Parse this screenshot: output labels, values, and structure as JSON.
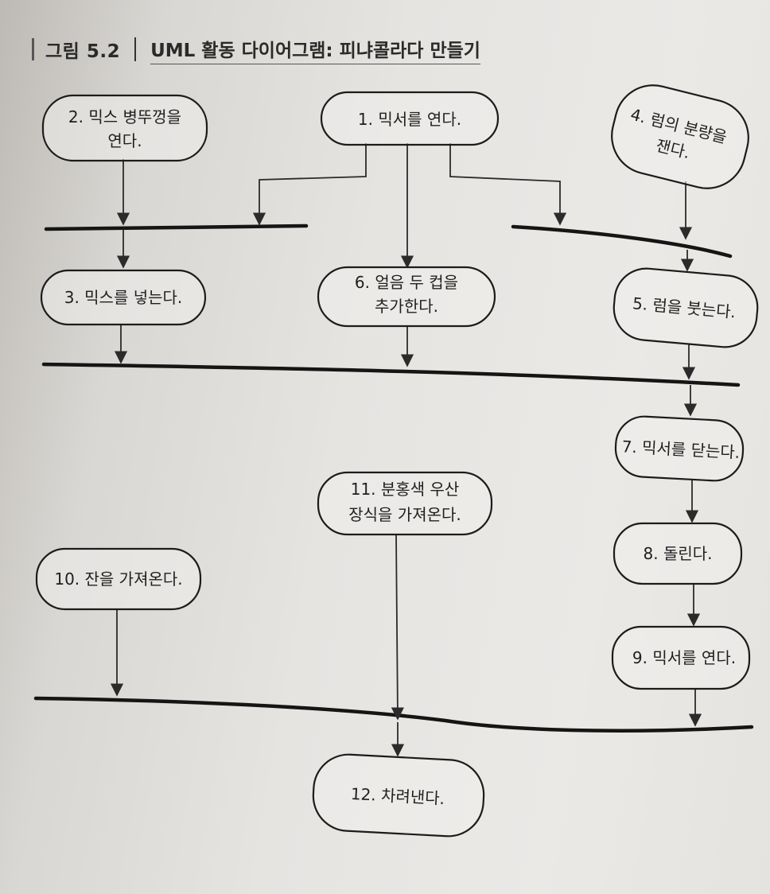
{
  "header": {
    "figure_number": "그림 5.2",
    "title": "UML 활동 다이어그램: 피냐콜라다 만들기"
  },
  "diagram": {
    "nodes": [
      {
        "id": "n1",
        "lines": [
          "1. 믹서를 연다."
        ]
      },
      {
        "id": "n2",
        "lines": [
          "2. 믹스 병뚜껑을",
          "연다."
        ]
      },
      {
        "id": "n3",
        "lines": [
          "3. 믹스를 넣는다."
        ]
      },
      {
        "id": "n4",
        "lines": [
          "4. 럼의 분량을",
          "잰다."
        ]
      },
      {
        "id": "n5",
        "lines": [
          "5. 럼을 붓는다."
        ]
      },
      {
        "id": "n6",
        "lines": [
          "6. 얼음 두 컵을",
          "추가한다."
        ]
      },
      {
        "id": "n7",
        "lines": [
          "7. 믹서를 닫는다."
        ]
      },
      {
        "id": "n8",
        "lines": [
          "8. 돌린다."
        ]
      },
      {
        "id": "n9",
        "lines": [
          "9. 믹서를 연다."
        ]
      },
      {
        "id": "n10",
        "lines": [
          "10. 잔을 가져온다."
        ]
      },
      {
        "id": "n11",
        "lines": [
          "11. 분홍색 우산",
          "장식을 가져온다."
        ]
      },
      {
        "id": "n12",
        "lines": [
          "12. 차려낸다."
        ]
      }
    ]
  }
}
